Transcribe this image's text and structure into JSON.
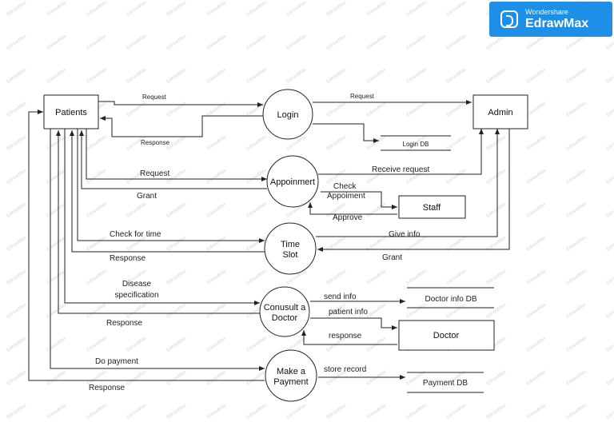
{
  "brand": {
    "small": "Wondershare",
    "big": "EdrawMax",
    "color": "#1e8fe6"
  },
  "diagram": {
    "entities": {
      "patients": "Patients",
      "admin": "Admin",
      "staff": "Staff",
      "doctor": "Doctor"
    },
    "processes": {
      "login": [
        "Login"
      ],
      "appointment": [
        "Appoinmert"
      ],
      "time_slot": [
        "Time",
        "Slot"
      ],
      "consult": [
        "Conusult a",
        "Doctor"
      ],
      "payment": [
        "Make a",
        "Payment"
      ]
    },
    "stores": {
      "login_db": "Login DB",
      "doctor_db": "Doctor info DB",
      "payment_db": "Payment DB"
    },
    "flows": {
      "login_request": "Request",
      "login_response": "Response",
      "login_to_admin": "Request",
      "appt_request": "Request",
      "appt_grant": "Grant",
      "appt_receive": "Receive request",
      "check_appoiment_1": "Check",
      "check_appoiment_2": "Appoiment",
      "approve": "Approve",
      "check_time": "Check for time",
      "time_response": "Response",
      "give_info": "Give info",
      "time_grant": "Grant",
      "disease_1": "Disease",
      "disease_2": "specification",
      "consult_response": "Response",
      "send_info": "send info",
      "patient_info": "patient info",
      "doctor_response": "response",
      "do_payment": "Do payment",
      "payment_response": "Response",
      "store_record": "store record"
    }
  }
}
